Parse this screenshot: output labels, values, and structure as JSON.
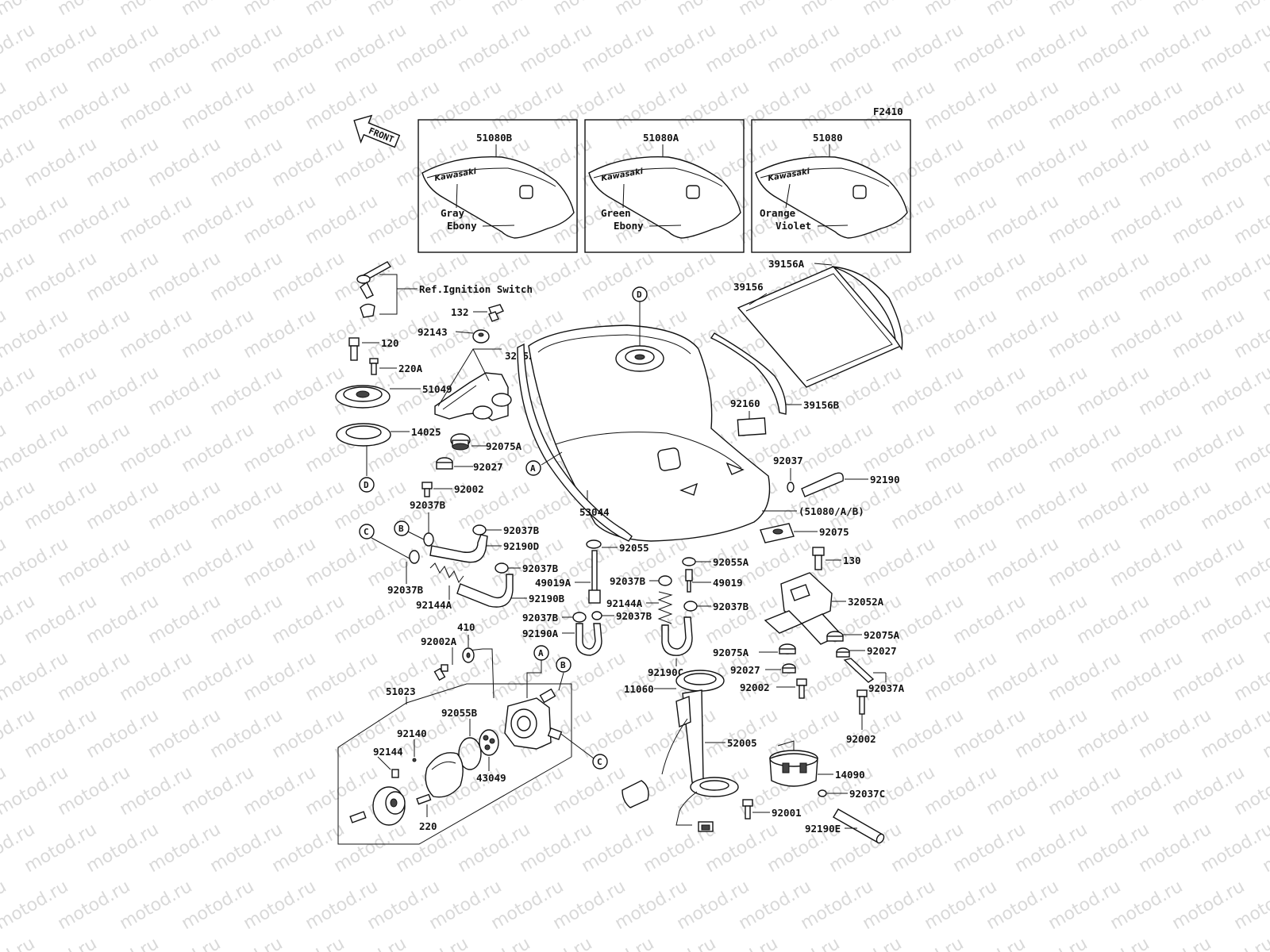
{
  "figure_code": "F2410",
  "front_label": "FRONT",
  "watermark": "motod.ru",
  "brand_text": "Kawasaki",
  "variants": [
    {
      "part": "51080B",
      "color1": "Gray",
      "color2": "Ebony"
    },
    {
      "part": "51080A",
      "color1": "Green",
      "color2": "Ebony"
    },
    {
      "part": "51080",
      "color1": "Orange",
      "color2": "Violet"
    }
  ],
  "callouts": {
    "A": "A",
    "B": "B",
    "C": "C",
    "D": "D"
  },
  "labels": {
    "ref_ignition": "Ref.Ignition Switch",
    "p132": "132",
    "p92143": "92143",
    "p120": "120",
    "p220A": "220A",
    "p32052": "32052",
    "p51049": "51049",
    "p14025": "14025",
    "p92075A_l": "92075A",
    "p92027_l": "92027",
    "p92002_l": "92002",
    "p39156A": "39156A",
    "p39156": "39156",
    "p92160": "92160",
    "p39156B": "39156B",
    "p92037": "92037",
    "p92190": "92190",
    "p53044": "53044",
    "p51080AB": "(51080/A/B)",
    "p92075": "92075",
    "p92037B_1": "92037B",
    "p92037B_2": "92037B",
    "p92190D": "92190D",
    "p92037B_3": "92037B",
    "p92037B_4": "92037B",
    "p92144A_l": "92144A",
    "p92190B": "92190B",
    "p92055": "92055",
    "p92055A": "92055A",
    "p130": "130",
    "p49019A": "49019A",
    "p92037B_5": "92037B",
    "p49019": "49019",
    "p92144A_c": "92144A",
    "p32052A": "32052A",
    "p92037B_6": "92037B",
    "p92037B_7": "92037B",
    "p92037B_8": "92037B",
    "p92190A": "92190A",
    "p410": "410",
    "p92002A": "92002A",
    "p92075A_r1": "92075A",
    "p92075A_r2": "92075A",
    "p92027_r1": "92027",
    "p92027_r2": "92027",
    "p92190C": "92190C",
    "p92037A": "92037A",
    "p92002_r1": "92002",
    "p11060": "11060",
    "p51023": "51023",
    "p92055B": "92055B",
    "p92140": "92140",
    "p92144": "92144",
    "p43049": "43049",
    "p220": "220",
    "p52005": "52005",
    "p92002_r2": "92002",
    "p14090": "14090",
    "p92037C": "92037C",
    "p92001": "92001",
    "p92190E": "92190E"
  }
}
